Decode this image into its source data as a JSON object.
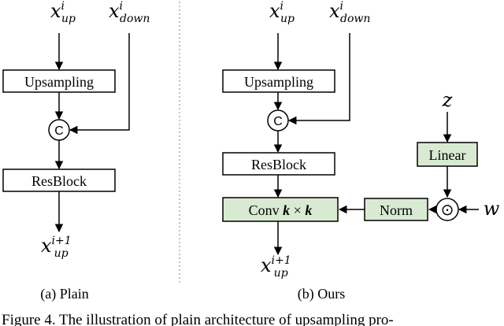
{
  "plain": {
    "input_up": {
      "base": "x",
      "sup": "i",
      "sub": "up"
    },
    "input_down": {
      "base": "x",
      "sup": "i",
      "sub": "down"
    },
    "upsampling": "Upsampling",
    "concat": "C",
    "resblock": "ResBlock",
    "output": {
      "base": "x",
      "sup": "i+1",
      "sub": "up"
    },
    "caption": "(a) Plain"
  },
  "ours": {
    "input_up": {
      "base": "x",
      "sup": "i",
      "sub": "up"
    },
    "input_down": {
      "base": "x",
      "sup": "i",
      "sub": "down"
    },
    "upsampling": "Upsampling",
    "concat": "C",
    "resblock": "ResBlock",
    "conv": {
      "prefix": "Conv ",
      "k1": "k",
      "times": " × ",
      "k2": "k"
    },
    "norm": "Norm",
    "linear": "Linear",
    "z_input": "z",
    "multiply": "⊙",
    "w_input": "w",
    "output": {
      "base": "x",
      "sup": "i+1",
      "sub": "up"
    },
    "caption": "(b) Ours"
  },
  "figure_caption": "Figure 4. The illustration of plain architecture of upsampling pro-",
  "colors": {
    "green_fill": "#d9ead3",
    "line": "#000000",
    "divider": "#888888"
  }
}
